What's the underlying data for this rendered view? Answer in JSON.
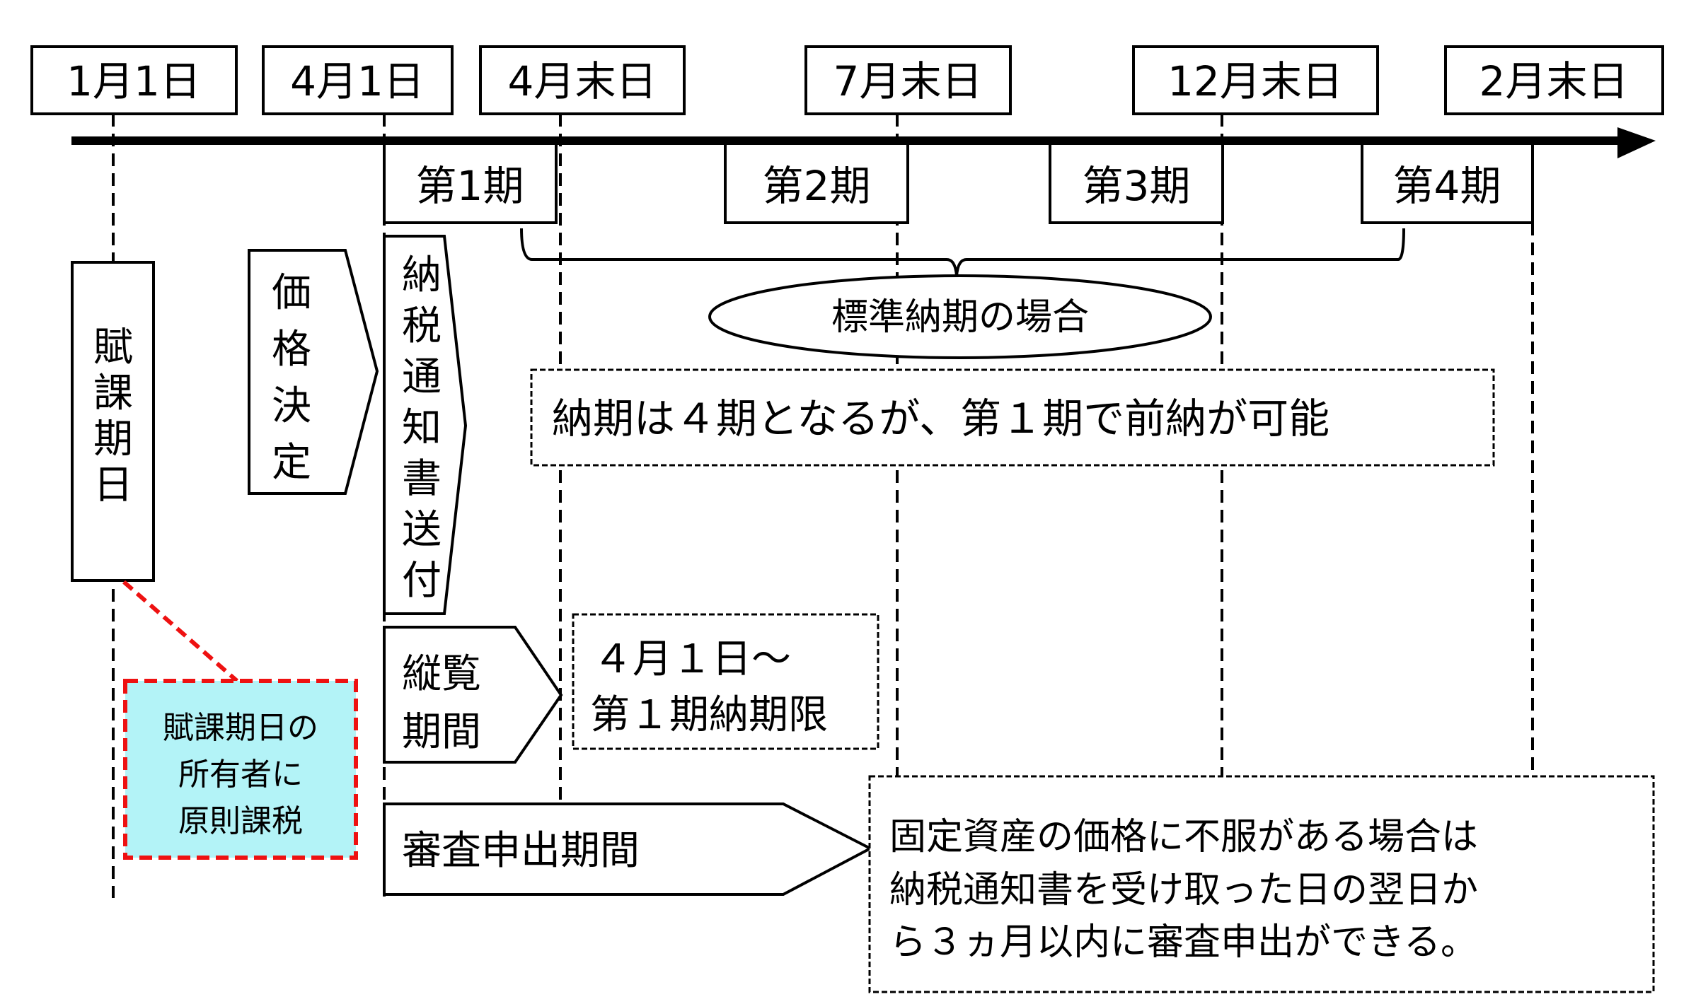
{
  "colors": {
    "line": "#000000",
    "accent_red": "#ee1111",
    "highlight_bg": "#b3f3f7"
  },
  "dates": [
    {
      "label": "1月1日"
    },
    {
      "label": "4月1日"
    },
    {
      "label": "4月末日"
    },
    {
      "label": "7月末日"
    },
    {
      "label": "12月末日"
    },
    {
      "label": "2月末日"
    }
  ],
  "periods": [
    {
      "label": "第1期"
    },
    {
      "label": "第2期"
    },
    {
      "label": "第3期"
    },
    {
      "label": "第4期"
    }
  ],
  "standard_payment": {
    "label": "標準納期の場合",
    "note": "納期は４期となるが、第１期で前納が可能"
  },
  "assessment_date": {
    "label_chars": [
      "賦",
      "課",
      "期",
      "日"
    ],
    "callout_lines": [
      "賦課期日の",
      "所有者に",
      "原則課税"
    ]
  },
  "price_decision": {
    "label_chars": [
      "価",
      "格",
      "決",
      "定"
    ]
  },
  "tax_notice": {
    "label_chars": [
      "納",
      "税",
      "通",
      "知",
      "書",
      "送",
      "付"
    ]
  },
  "inspection_period": {
    "label_lines": [
      "縦覧",
      "期間"
    ],
    "range_lines": [
      "４月１日～",
      "第１期納期限"
    ]
  },
  "review_request": {
    "label": "審査申出期間",
    "note_lines": [
      "固定資産の価格に不服がある場合は",
      "納税通知書を受け取った日の翌日か",
      "ら３ヵ月以内に審査申出ができる。"
    ]
  }
}
